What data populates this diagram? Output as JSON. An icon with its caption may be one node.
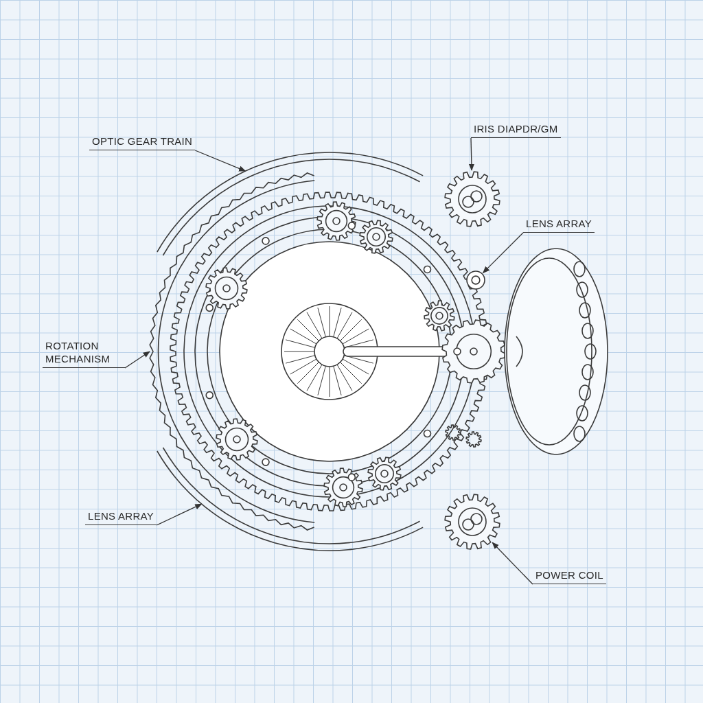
{
  "diagram": {
    "nodes": [
      {
        "text": [
          "OPTIC GEAR TRAIN"
        ]
      },
      {
        "text": [
          "IRIS DIAPDR/GM"
        ]
      },
      {
        "text": [
          "LENS ARRAY"
        ]
      },
      {
        "text": [
          "ROTATION MECHANISM"
        ]
      },
      {
        "text": [
          "LENS ARRAY"
        ]
      },
      {
        "text": [
          "POWER COIL"
        ]
      },
      {
        "text": [],
        "shape": "ring"
      },
      {
        "text": [],
        "shape": "gear"
      },
      {
        "text": [],
        "shape": "circle"
      },
      {
        "text": [],
        "shape": "ring"
      },
      {
        "text": [],
        "shape": "ring"
      },
      {
        "text": [],
        "shape": "gear"
      }
    ],
    "edges": [
      {
        "from": 0,
        "to": 6,
        "arrow": "to"
      },
      {
        "from": 1,
        "to": 7,
        "arrow": "to"
      },
      {
        "from": 2,
        "to": 8,
        "arrow": "to"
      },
      {
        "from": 3,
        "to": 9,
        "arrow": "to"
      },
      {
        "from": 4,
        "to": 10,
        "arrow": "to"
      },
      {
        "from": 5,
        "to": 11,
        "arrow": "to"
      }
    ]
  }
}
